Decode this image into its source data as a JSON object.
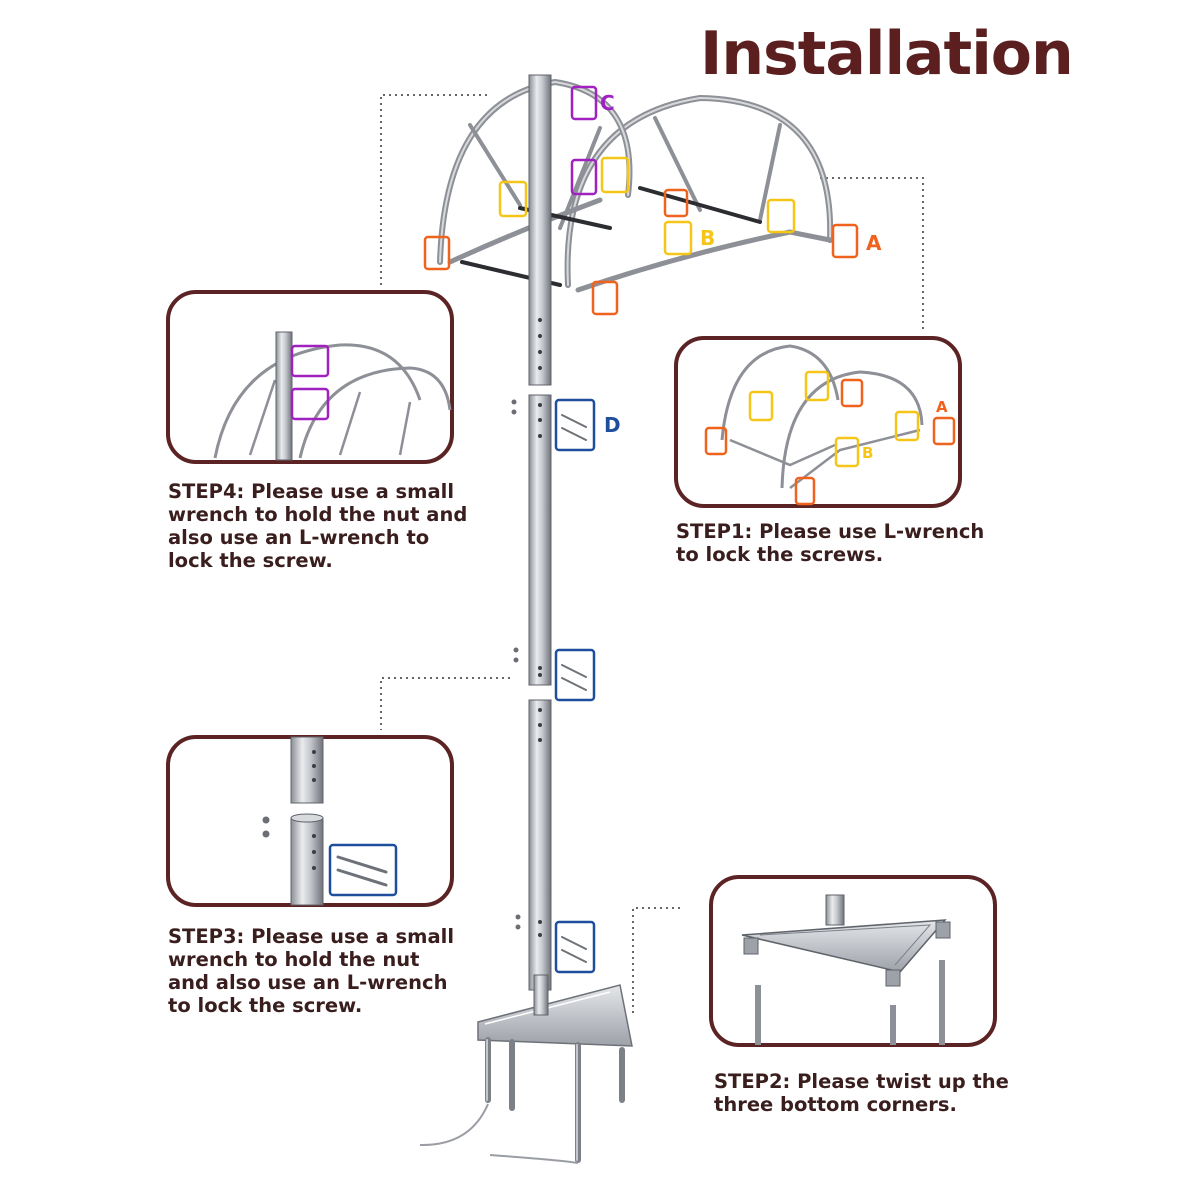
{
  "title": "Installation",
  "steps": {
    "step4": {
      "lines": [
        "STEP4: Please use a small",
        "wrench to hold the nut and",
        "also use an L-wrench to",
        "lock the screw."
      ]
    },
    "step1": {
      "lines": [
        "STEP1: Please use L-wrench",
        "to lock the screws."
      ]
    },
    "step3": {
      "lines": [
        "STEP3: Please use a small",
        "wrench to hold the nut",
        "and also use an  L-wrench",
        "to lock the screw."
      ]
    },
    "step2": {
      "lines": [
        "STEP2: Please twist up the",
        "three bottom corners."
      ]
    }
  },
  "labels": {
    "a": "A",
    "b": "B",
    "c": "C",
    "d": "D"
  },
  "colors": {
    "frame": "#5b2323",
    "text": "#3a1e1e",
    "orange": "#f0631e",
    "yellow": "#f5c518",
    "purple": "#a020c0",
    "blue": "#1f4e9c",
    "steel": "#b9bcc1",
    "steel_dark": "#6d7178",
    "leader": "#666666"
  }
}
